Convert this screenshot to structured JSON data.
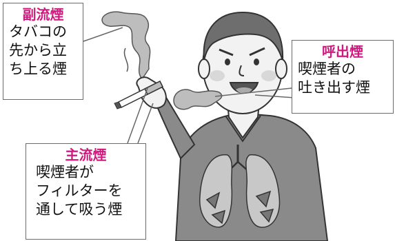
{
  "labels": {
    "sidestream": {
      "title": "副流煙",
      "lines": [
        "タバコの",
        "先から立",
        "ち上る煙"
      ]
    },
    "exhaled": {
      "title": "呼出煙",
      "lines": [
        "喫煙者の",
        "吐き出す煙"
      ]
    },
    "mainstream": {
      "title": "主流煙",
      "lines": [
        "喫煙者が",
        "フィルターを",
        "通して吸う煙"
      ]
    }
  },
  "colors": {
    "title_accent": "#d0197e",
    "text": "#111111",
    "outline": "#333333",
    "sweater": "#8a8a8a",
    "skin": "#f2f2f2",
    "hair": "#6e6e6e",
    "lungs": "#c8c8c8",
    "smoke": "#bdbdbd"
  }
}
